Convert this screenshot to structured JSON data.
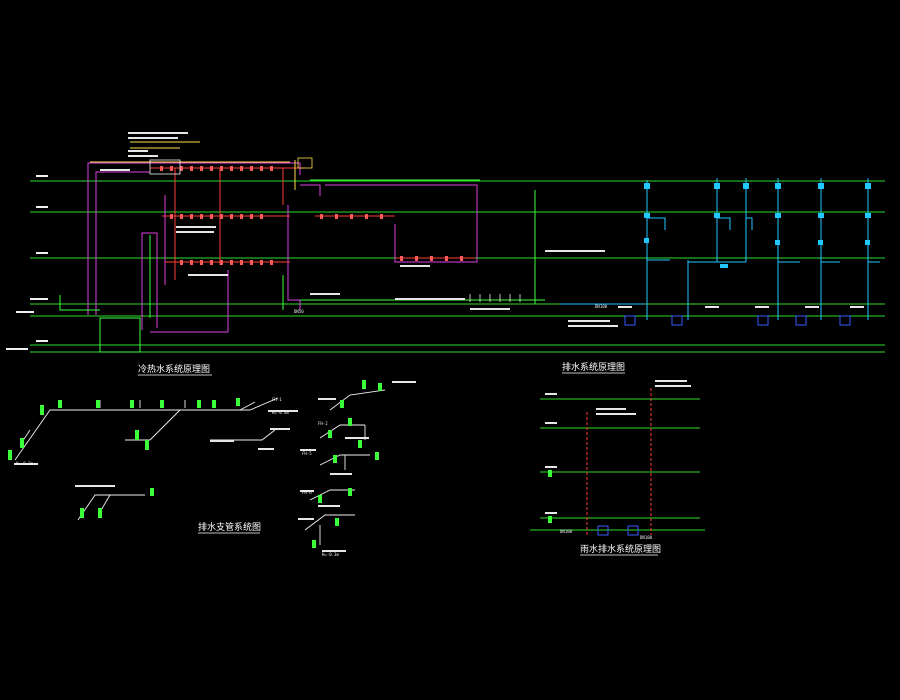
{
  "colors": {
    "background": "#000000",
    "floor_line": "#2ddc2d",
    "pipe_magenta": "#e040e0",
    "pipe_red": "#ff3b3b",
    "pipe_cyan": "#20c8ff",
    "pipe_green": "#3cff3c",
    "pipe_blue": "#3a5cff",
    "pipe_white": "#f0f0f0",
    "pipe_yellow": "#ffe14a",
    "title_text": "#ffffff"
  },
  "titles": {
    "hot_cold_water": "冷热水系统原理图",
    "drainage": "排水系统原理图",
    "drain_branch": "排水支管系统图",
    "rainwater": "雨水排水系统原理图"
  },
  "labels": {
    "dn100_a": "DN100",
    "dn100_b": "DN100",
    "dn100_c": "DN100",
    "dn50": "DN50",
    "h_03": "H=-0.3m",
    "h_04": "H=-0.4m",
    "h_03b": "H=-0.3m",
    "fh1": "FH-1",
    "fh2": "FH-2",
    "fh5": "FH-5",
    "fh6": "FH-6"
  }
}
